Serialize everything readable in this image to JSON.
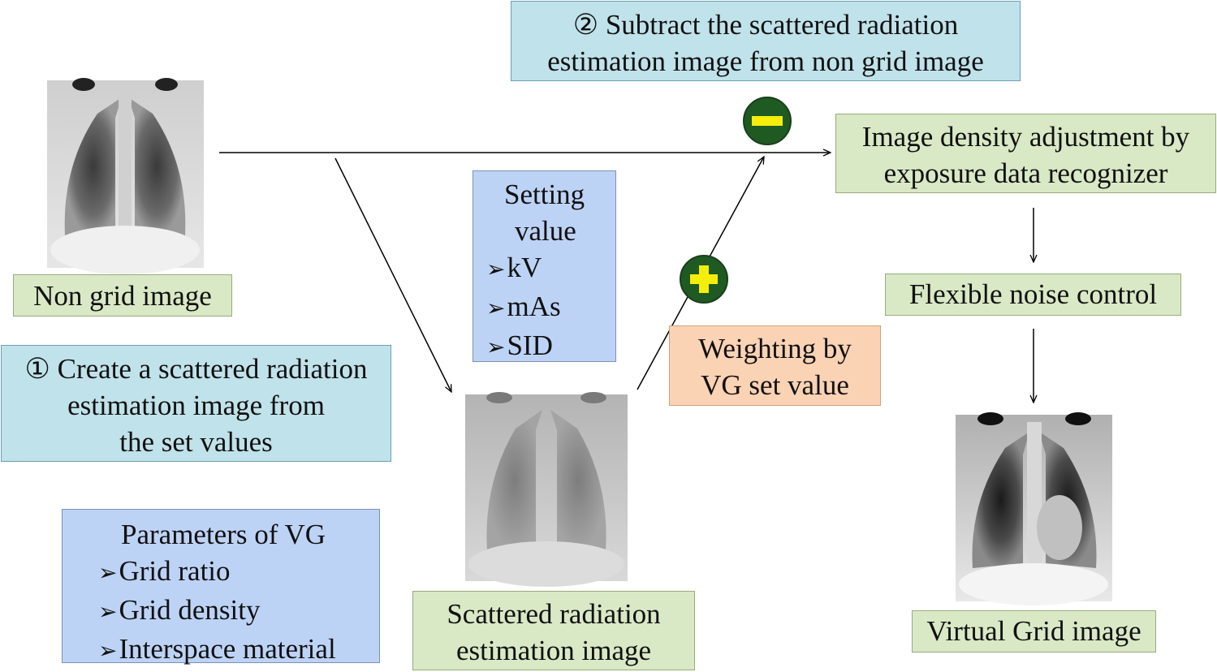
{
  "step2_box": {
    "lines": [
      "② Subtract the scattered radiation",
      "estimation image from non grid image"
    ]
  },
  "non_grid_label": "Non grid image",
  "step1_box": {
    "lines": [
      "① Create a scattered radiation",
      "estimation image from",
      "the set values"
    ]
  },
  "setting_box": {
    "title_lines": [
      "Setting",
      "value"
    ],
    "items": [
      "kV",
      "mAs",
      "SID"
    ]
  },
  "params_box": {
    "title": "Parameters of VG",
    "items": [
      "Grid ratio",
      "Grid density",
      "Interspace material"
    ]
  },
  "scatter_label": {
    "lines": [
      "Scattered radiation",
      "estimation image"
    ]
  },
  "weighting_box": {
    "lines": [
      "Weighting by",
      "VG set value"
    ]
  },
  "density_box": {
    "lines": [
      "Image density adjustment by",
      "exposure data recognizer"
    ]
  },
  "noise_box": "Flexible noise control",
  "virtual_grid_label": "Virtual Grid image",
  "symbols": {
    "minus": "minus-icon",
    "plus": "plus-icon",
    "circle_color": "#1f5a22",
    "sign_color": "#f4ee0a"
  },
  "xray_images": [
    "chest-xray-non-grid",
    "chest-xray-scatter-estimate",
    "chest-xray-virtual-grid"
  ]
}
